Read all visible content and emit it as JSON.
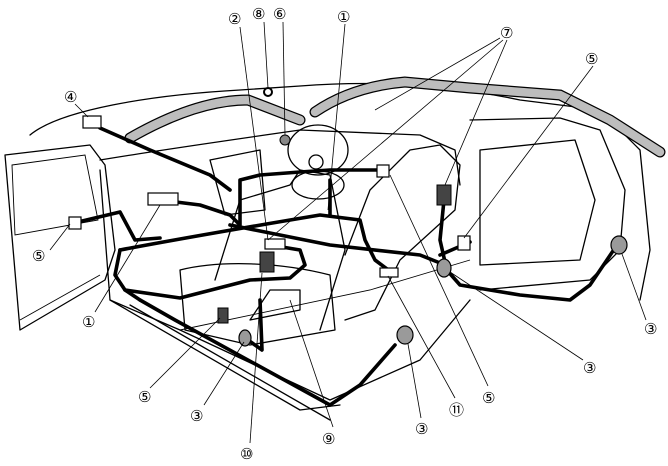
{
  "diagram": {
    "title_hidden": null,
    "labels": {
      "l1_top": "①",
      "l2": "②",
      "l8": "⑧",
      "l6": "⑥",
      "l7": "⑦",
      "l4": "④",
      "l5_topright": "⑤",
      "l5_left": "⑤",
      "l1_left": "①",
      "l5_bottomleft": "⑤",
      "l3_bottomleft": "③",
      "l10": "⑩",
      "l9": "⑨",
      "l3_bottom": "③",
      "l11": "⑪",
      "l5_bottomright": "⑤",
      "l3_right": "③",
      "l3_farright": "③"
    }
  }
}
